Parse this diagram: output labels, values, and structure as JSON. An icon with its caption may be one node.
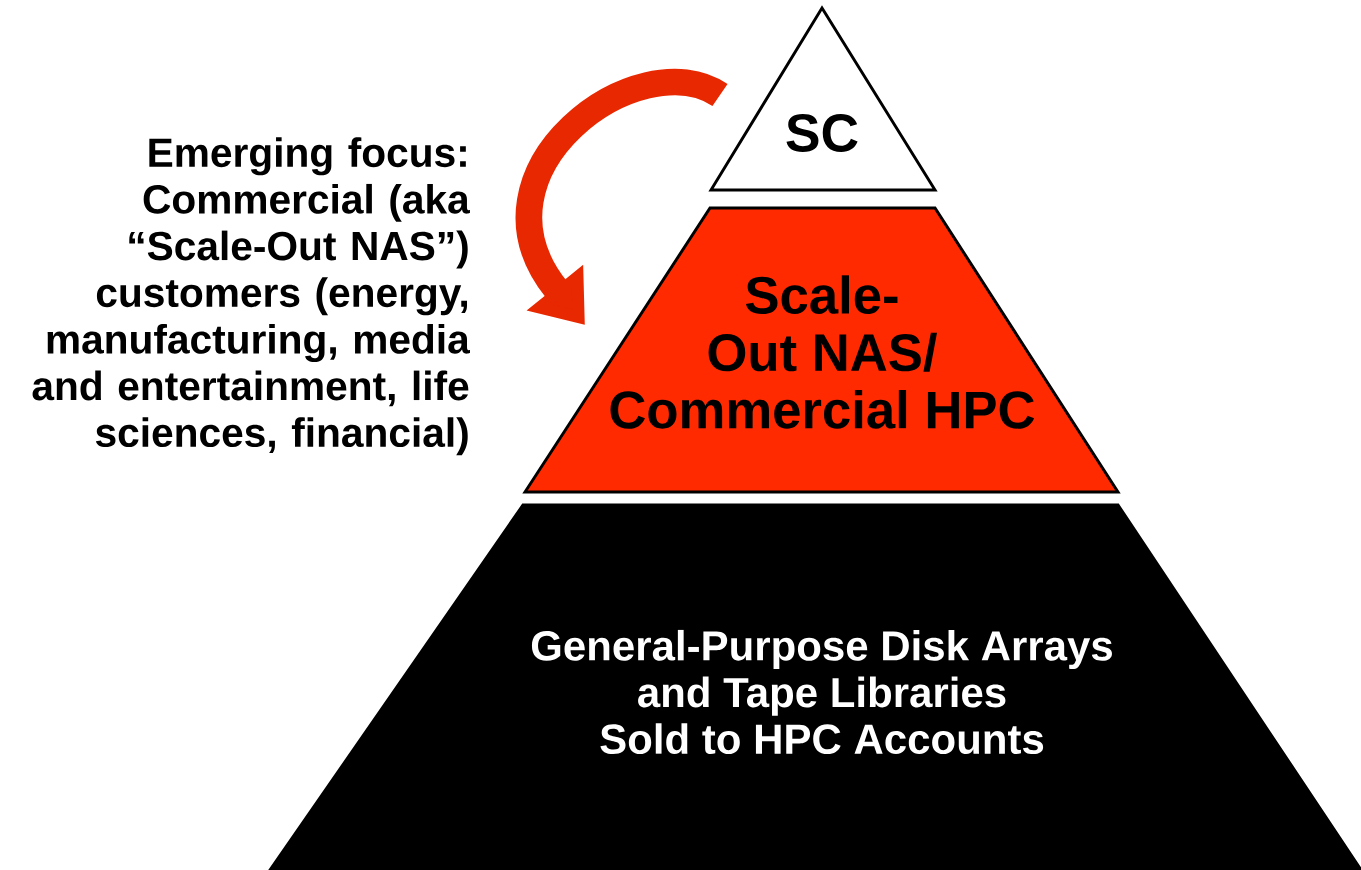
{
  "diagram": {
    "nodes": [
      {
        "text": [
          "SC"
        ]
      },
      {
        "text": [
          "Scale- Out NAS/ Commercial HPC"
        ]
      },
      {
        "text": [
          "General-Purpose Disk Arrays and Tape Libraries Sold to HPC Accounts"
        ]
      }
    ],
    "edges": [
      {
        "from": 0,
        "to": 1,
        "arrow": "to"
      }
    ],
    "labels": [
      "Emerging focus: Commercial (aka “Scale-Out NAS”) customers (energy, manufacturing, media and entertainment, life sciences, financial)"
    ]
  }
}
